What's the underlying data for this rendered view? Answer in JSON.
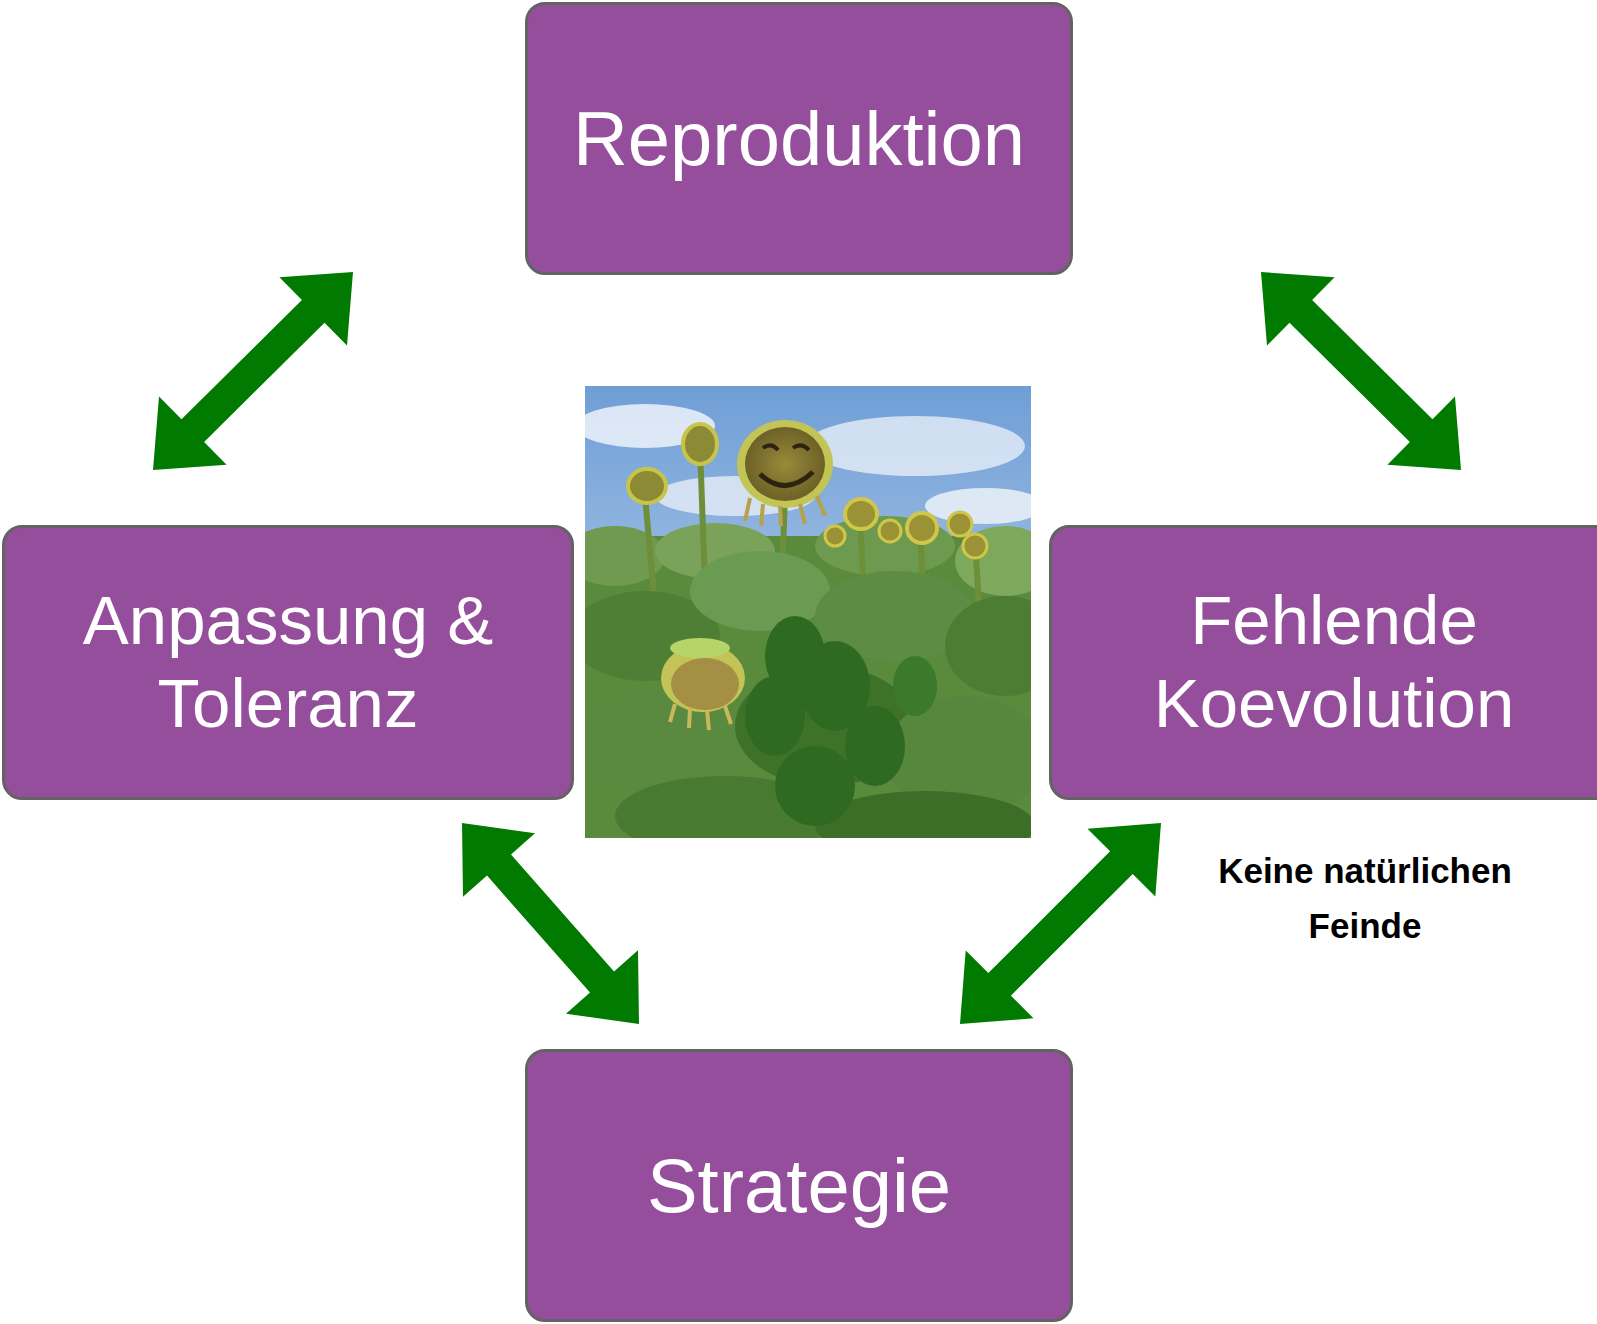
{
  "diagram": {
    "nodes": [
      {
        "text": [
          "Reproduktion"
        ]
      },
      {
        "text": [
          "Anpassung & Toleranz"
        ]
      },
      {
        "text": [
          "Fehlende Koevolution"
        ]
      },
      {
        "text": [
          "Strategie"
        ]
      }
    ],
    "edges": [
      {
        "from": 0,
        "to": 1,
        "arrow": "both"
      },
      {
        "from": 0,
        "to": 2,
        "arrow": "both"
      },
      {
        "from": 1,
        "to": 3,
        "arrow": "both"
      },
      {
        "from": 2,
        "to": 3,
        "arrow": "both"
      }
    ],
    "labels": [
      "Keine natürlichen Feinde"
    ]
  }
}
